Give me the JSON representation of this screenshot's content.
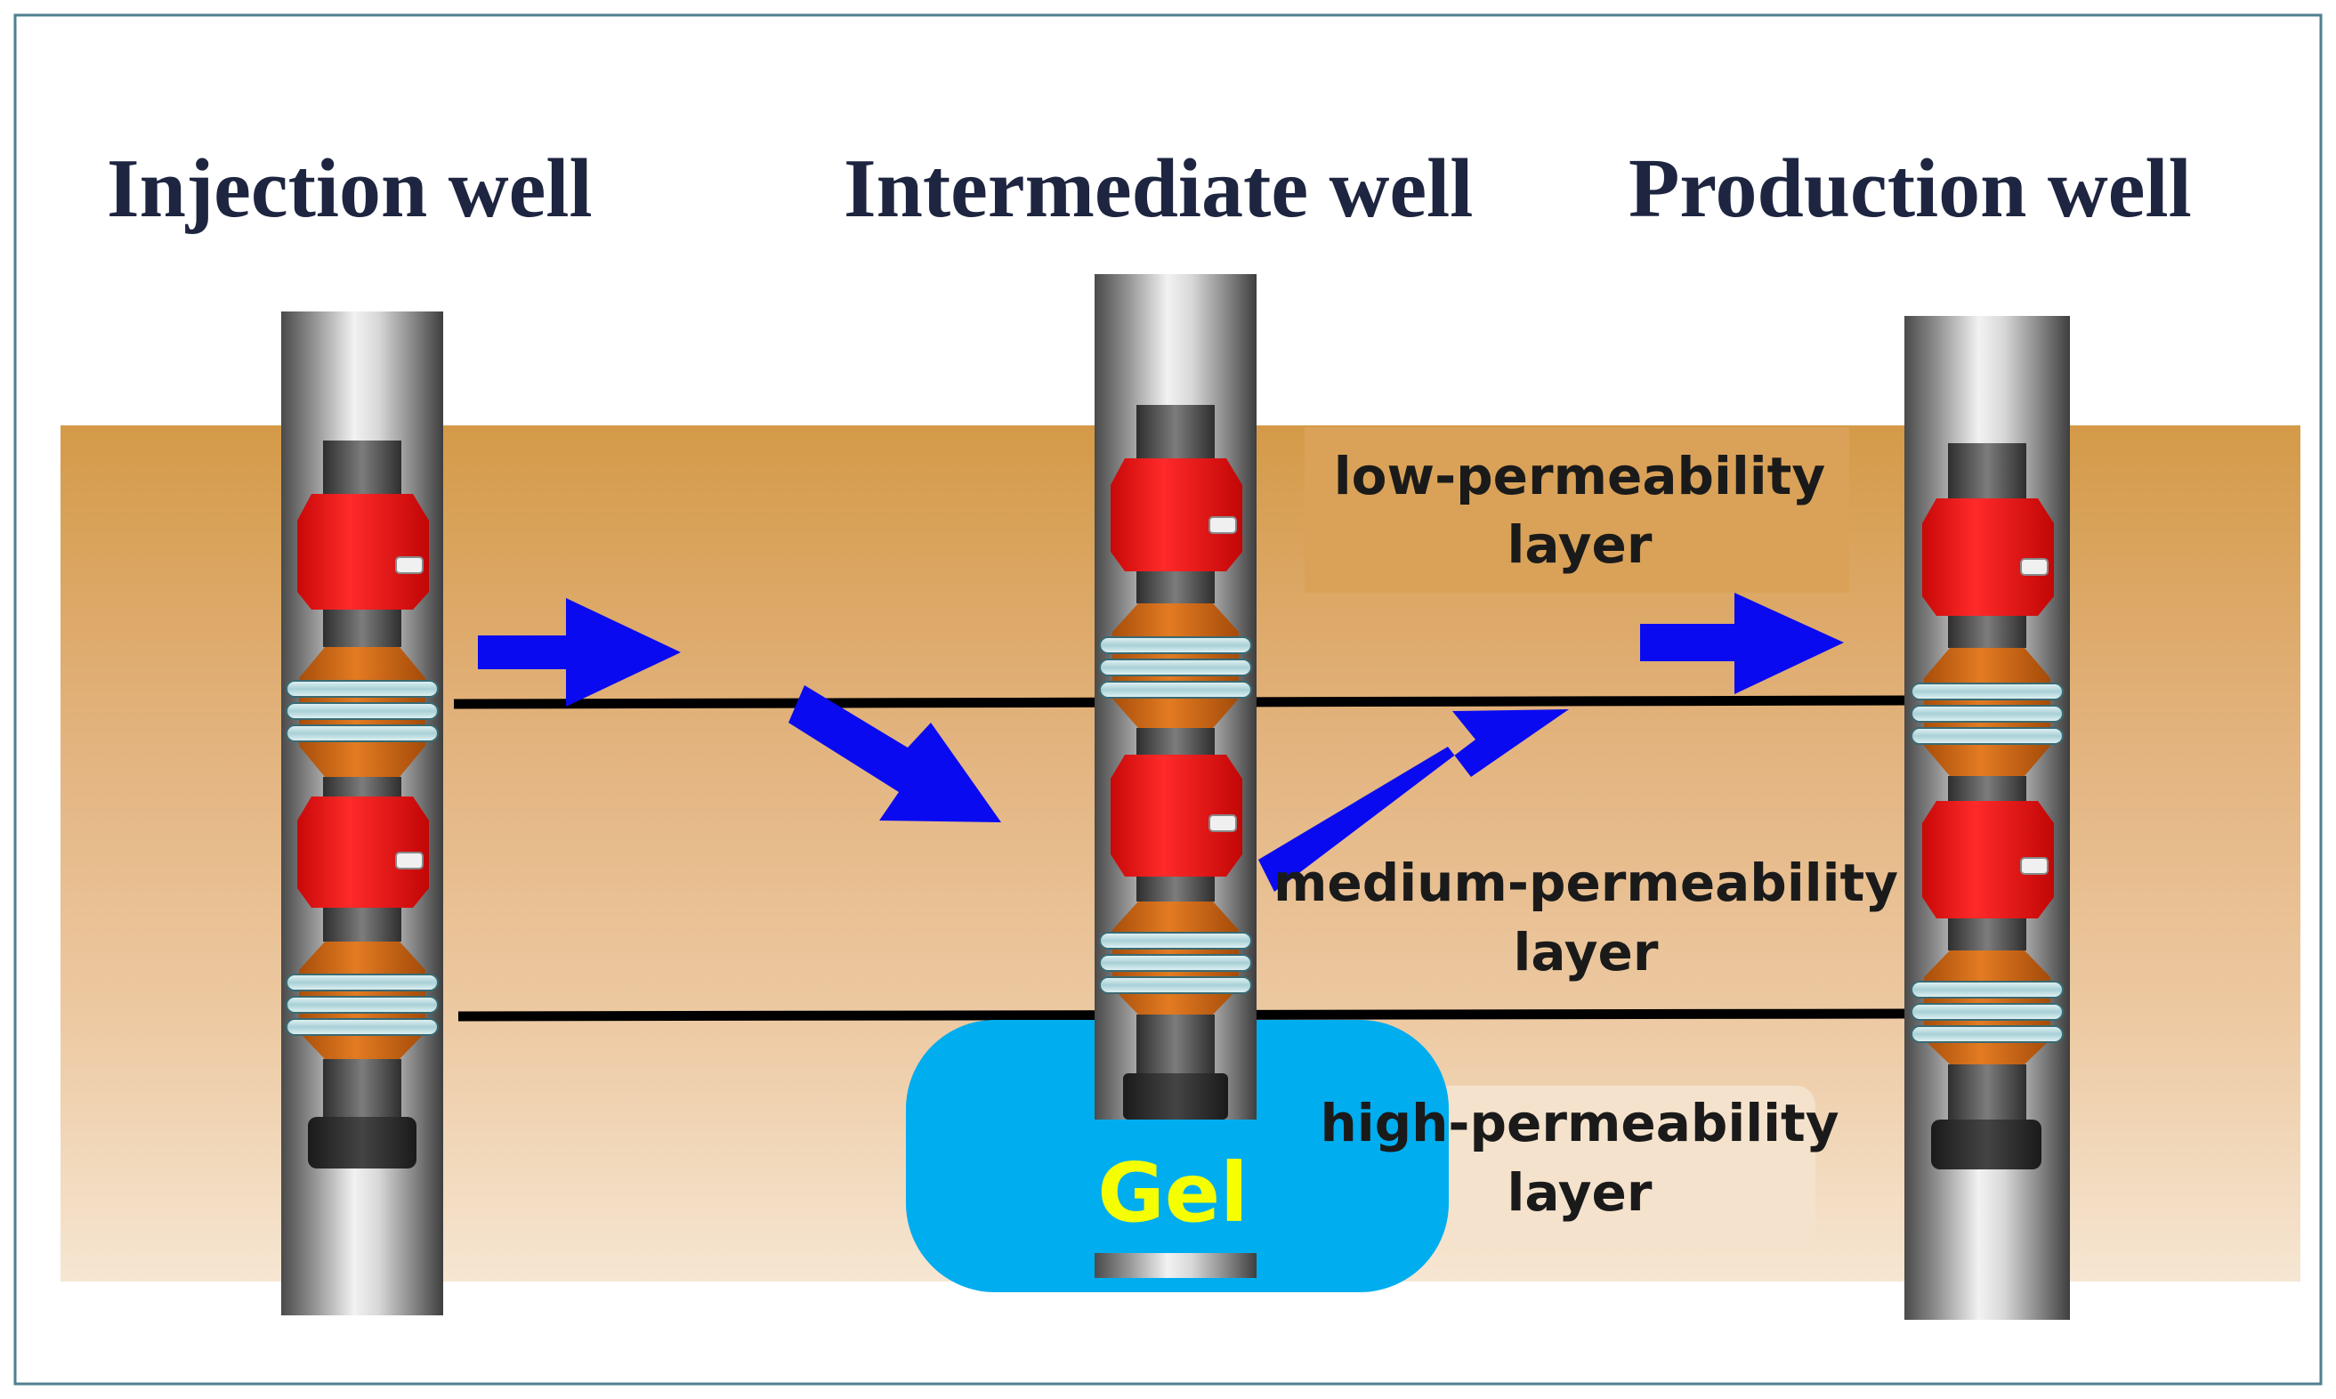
{
  "wells": {
    "injection": {
      "title": "Injection well"
    },
    "intermediate": {
      "title": "Intermediate well"
    },
    "production": {
      "title": "Production well"
    }
  },
  "layers": {
    "low": {
      "line1": "low-permeability",
      "line2": "layer"
    },
    "medium": {
      "line1": "medium-permeability",
      "line2": "layer"
    },
    "high": {
      "line1": "high-permeability",
      "line2": "layer"
    }
  },
  "gel": {
    "label": "Gel"
  },
  "colors": {
    "frame_border": "#4f7f8f",
    "layer_low": "#d6a052",
    "layer_medium": "#e6bb8a",
    "layer_high": "#f2dcc0",
    "gel": "#00adef",
    "gel_text": "#f5ff00",
    "flow_arrow": "#0a0af0",
    "packer_red": "#ee1111",
    "packer_orange": "#d06a15",
    "title_text": "#1e2540"
  },
  "icons": {
    "flow": "flow-arrow-icon",
    "packer": "packer-icon",
    "seal": "seal-ring-icon"
  }
}
